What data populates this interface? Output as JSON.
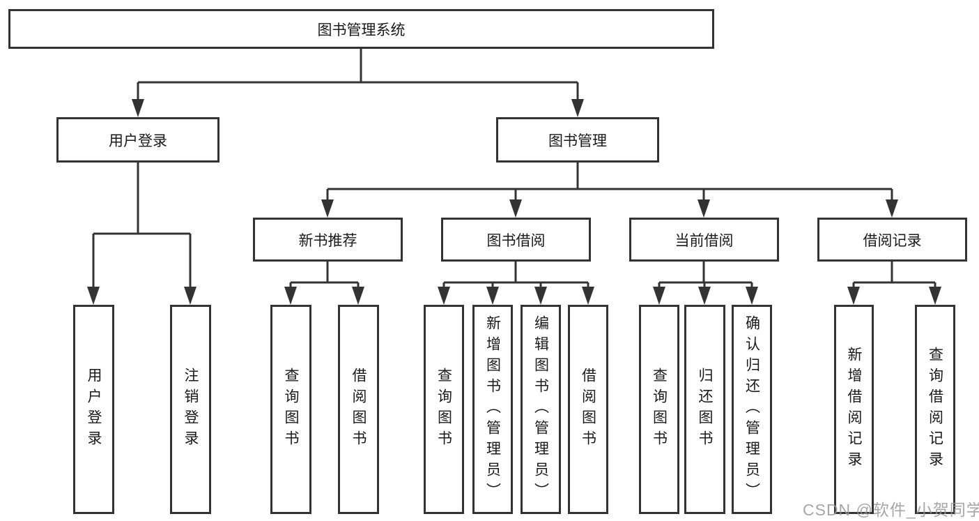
{
  "tree": {
    "root": {
      "label": "图书管理系统"
    },
    "branches": [
      {
        "label": "用户登录",
        "leaves": [
          {
            "label": "用户登录"
          },
          {
            "label": "注销登录"
          }
        ]
      },
      {
        "label": "图书管理",
        "groups": [
          {
            "label": "新书推荐",
            "leaves": [
              {
                "label": "查询图书"
              },
              {
                "label": "借阅图书"
              }
            ]
          },
          {
            "label": "图书借阅",
            "leaves": [
              {
                "label": "查询图书"
              },
              {
                "label": "新增图书（管理员）"
              },
              {
                "label": "编辑图书（管理员）"
              },
              {
                "label": "借阅图书"
              }
            ]
          },
          {
            "label": "当前借阅",
            "leaves": [
              {
                "label": "查询图书"
              },
              {
                "label": "归还图书"
              },
              {
                "label": "确认归还（管理员）"
              }
            ]
          },
          {
            "label": "借阅记录",
            "leaves": [
              {
                "label": "新增借阅记录"
              },
              {
                "label": "查询借阅记录"
              }
            ]
          }
        ]
      }
    ]
  },
  "watermark": {
    "text": "CSDN @软件_小贺同学"
  },
  "colors": {
    "line": "#333333",
    "box_border": "#333333",
    "text": "#1a1a1a",
    "watermark": "#969696",
    "background": "#ffffff"
  }
}
